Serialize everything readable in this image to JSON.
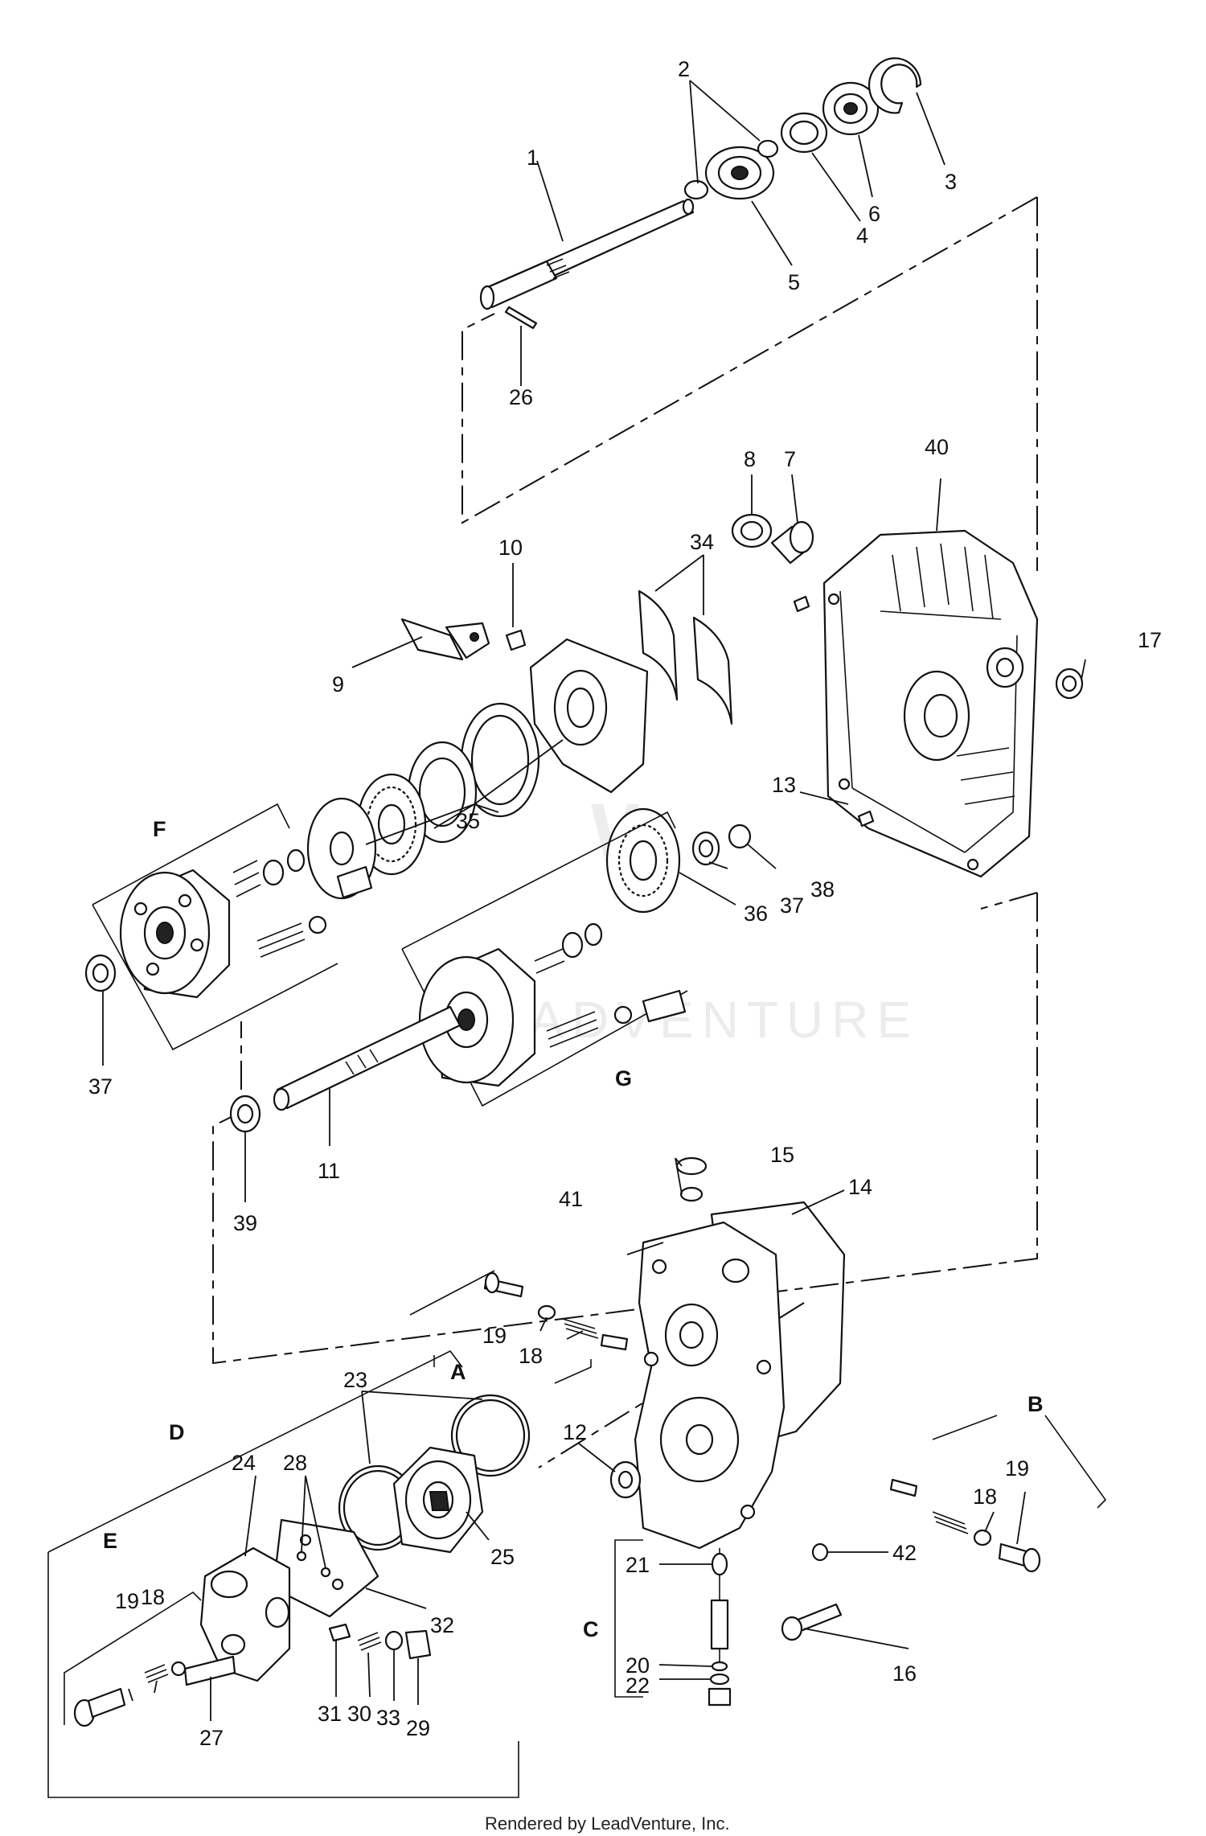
{
  "labels": {
    "l1": "1",
    "l2": "2",
    "l3": "3",
    "l4": "4",
    "l5": "5",
    "l6": "6",
    "l7": "7",
    "l8": "8",
    "l9": "9",
    "l10": "10",
    "l11": "11",
    "l12": "12",
    "l13": "13",
    "l14": "14",
    "l15": "15",
    "l16": "16",
    "l17": "17",
    "l18": "18",
    "l19": "19",
    "l20": "20",
    "l21": "21",
    "l22": "22",
    "l23": "23",
    "l24": "24",
    "l25": "25",
    "l26": "26",
    "l27": "27",
    "l28": "28",
    "l29": "29",
    "l30": "30",
    "l31": "31",
    "l32": "32",
    "l33": "33",
    "l34": "34",
    "l35": "35",
    "l36": "36",
    "l37": "37",
    "l38": "38",
    "l39": "39",
    "l40": "40",
    "l41": "41",
    "l42": "42"
  },
  "groups": {
    "A": "A",
    "B": "B",
    "C": "C",
    "D": "D",
    "E": "E",
    "F": "F",
    "G": "G"
  },
  "watermark": "LEADVENTURE",
  "footer": "Rendered by LeadVenture, Inc."
}
